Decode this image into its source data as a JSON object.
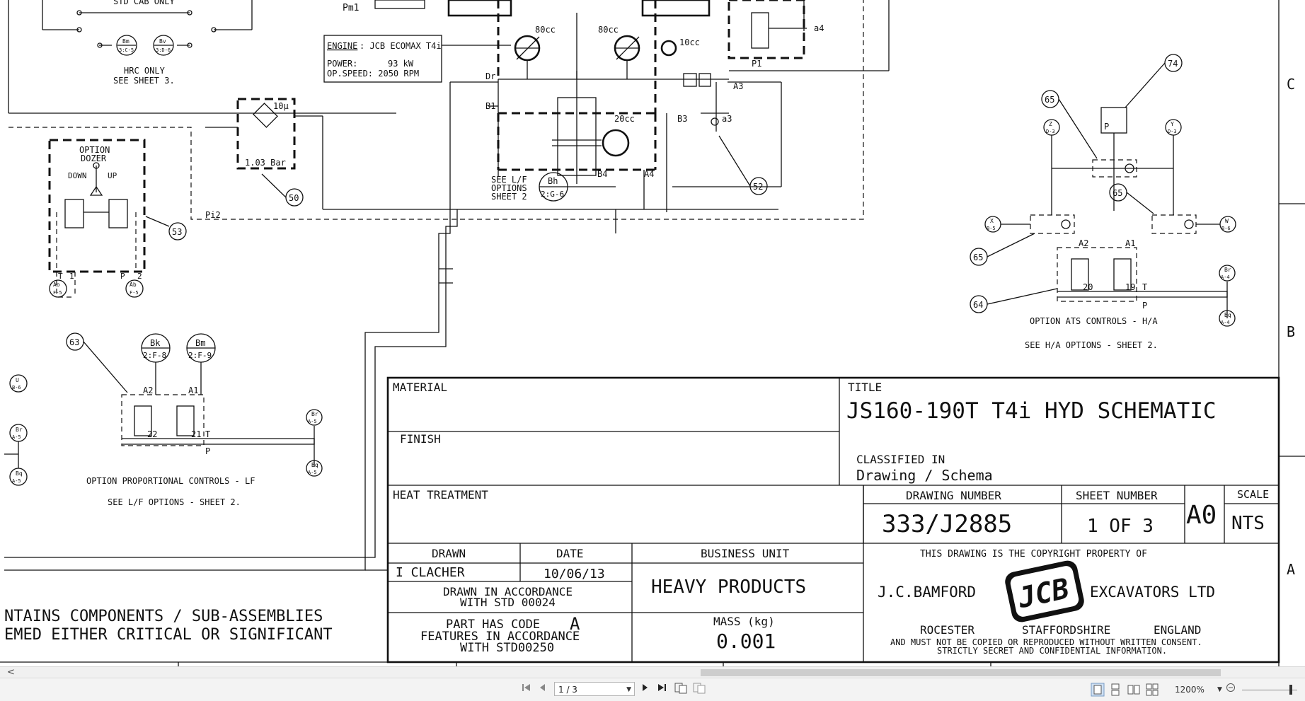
{
  "drawing": {
    "top_labels": {
      "std_cab_only": "STD CAB ONLY",
      "pm1": "Pm1",
      "port_a4": "a4",
      "port_p1": "P1",
      "cc_80_left": "80cc",
      "cc_80_right": "80cc",
      "cc_10": "10cc",
      "cc_20": "20cc",
      "port_dr": "Dr",
      "port_b1": "B1",
      "port_b3": "B3",
      "port_b4": "B4",
      "port_a3": "A3",
      "port_a3_small": "a3",
      "port_a4_big": "A4"
    },
    "engine_box": {
      "engine_label": "ENGINE",
      "engine_value": ": JCB ECOMAX T4i",
      "power_label": "POWER:",
      "power_value": "93 kW",
      "speed": "OP.SPEED: 2050 RPM"
    },
    "hrc": {
      "line1": "HRC ONLY",
      "line2": "SEE SHEET 3.",
      "bm": "Bm",
      "bm_ref": "3:C-5",
      "bv": "Bv",
      "bv_ref": "3:D-6"
    },
    "filter": {
      "micron": "10μ",
      "bar": "1.03 Bar"
    },
    "dozer": {
      "line1": "OPTION",
      "line2": "DOZER",
      "down": "DOWN",
      "up": "UP",
      "t": "T",
      "p": "P",
      "port2": "2",
      "port1": "1",
      "ao": "Ao",
      "ao_ref": "F-5",
      "ab": "Ab",
      "ab_ref": "F-5"
    },
    "pi2": "Pi2",
    "see_lf": {
      "line1": "SEE L/F",
      "line2": "OPTIONS",
      "line3": "SHEET 2",
      "bh": "Bh",
      "bh_ref": "2:G-6"
    },
    "callouts": {
      "c50": "50",
      "c52": "52",
      "c53": "53",
      "c63": "63",
      "c64": "64",
      "c65a": "65",
      "c65b": "65",
      "c65c": "65",
      "c74": "74"
    },
    "prop_controls": {
      "bk": "Bk",
      "bk_ref": "2:F-8",
      "bm": "Bm",
      "bm_ref": "2:F-9",
      "a2": "A2",
      "a1": "A1",
      "n22": "22",
      "n21": "21",
      "t": "T",
      "p": "P",
      "br": "Br",
      "br_ref": "A-5",
      "bq": "Bq",
      "bq_ref": "A-5",
      "caption": "OPTION PROPORTIONAL CONTROLS - LF",
      "see": "SEE L/F OPTIONS - SHEET 2."
    },
    "left_ports": {
      "u": "U",
      "u_ref": "B-6",
      "br": "Br",
      "br_ref": "A-5",
      "bq": "Bq",
      "bq_ref": "A-5"
    },
    "ats": {
      "z": "Z",
      "z_ref": "D-3",
      "y": "Y",
      "y_ref": "D-3",
      "x": "X",
      "x_ref": "B-5",
      "w": "W",
      "w_ref": "B-6",
      "p": "P",
      "a2": "A2",
      "a1": "A1",
      "n20": "20",
      "n19": "19",
      "t": "T",
      "p2": "P",
      "br": "Br",
      "br_ref": "A-4",
      "bq": "Bq",
      "bq_ref": "A-4",
      "caption": "OPTION ATS CONTROLS - H/A",
      "see": "SEE H/A OPTIONS - SHEET 2."
    },
    "zones": {
      "c": "C",
      "b": "B",
      "a": "A"
    },
    "notes": {
      "line1": "NTAINS COMPONENTS / SUB-ASSEMBLIES",
      "line2": "EMED EITHER CRITICAL OR SIGNIFICANT"
    },
    "title_block": {
      "material": "MATERIAL",
      "finish": "FINISH",
      "heat_treatment": "HEAT TREATMENT",
      "title_label": "TITLE",
      "title": "JS160-190T T4i HYD SCHEMATIC",
      "classified_label": "CLASSIFIED IN",
      "classified_value": "Drawing / Schema",
      "drawing_number_label": "DRAWING NUMBER",
      "drawing_number": "333/J2885",
      "sheet_number_label": "SHEET NUMBER",
      "sheet_number": "1 OF 3",
      "size": "A0",
      "scale_label": "SCALE",
      "scale": "NTS",
      "drawn_label": "DRAWN",
      "drawn_by": "I CLACHER",
      "date_label": "DATE",
      "date": "10/06/13",
      "std_line1": "DRAWN IN ACCORDANCE",
      "std_line2": "WITH STD 00024",
      "part_line1": "PART HAS CODE",
      "part_code": "A",
      "part_line2": "FEATURES IN ACCORDANCE",
      "part_line3": "WITH STD00250",
      "business_unit_label": "BUSINESS UNIT",
      "business_unit": "HEAVY PRODUCTS",
      "mass_label": "MASS (kg)",
      "mass": "0.001",
      "copyright_line": "THIS DRAWING IS THE COPYRIGHT PROPERTY OF",
      "company_left": "J.C.BAMFORD",
      "company_right": "EXCAVATORS LTD",
      "logo_text": "JCB",
      "city": "ROCESTER",
      "county": "STAFFORDSHIRE",
      "country": "ENGLAND",
      "consent_line1": "AND MUST NOT BE COPIED OR REPRODUCED WITHOUT WRITTEN CONSENT.",
      "consent_line2": "STRICTLY SECRET AND CONFIDENTIAL INFORMATION."
    }
  },
  "toolbar": {
    "page_value": "1 / 3",
    "zoom": "1200%",
    "icons": [
      "first-page-icon",
      "previous-page-icon",
      "next-page-icon",
      "last-page-icon",
      "single-page-view-icon",
      "continuous-view-icon",
      "two-page-view-icon",
      "two-page-continuous-icon",
      "zoom-out-icon"
    ]
  },
  "scrollbar": {
    "left_arrow": "<"
  }
}
